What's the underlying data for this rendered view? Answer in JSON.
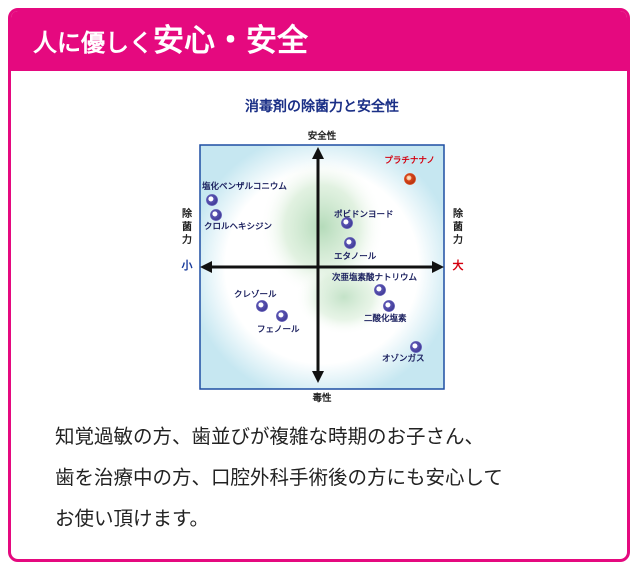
{
  "header": {
    "title_prefix": "人に優しく",
    "title_main": "安心・安全"
  },
  "diagram": {
    "title": "消毒剤の除菌力と安全性",
    "top_label": "安全性",
    "bottom_label": "毒性",
    "left_axis": {
      "label": "除菌力",
      "value": "小",
      "value_color": "#1a3c9c"
    },
    "right_axis": {
      "label": "除菌力",
      "value": "大",
      "value_color": "#d4000f"
    },
    "items": [
      {
        "label": "塩化ベンザルコニウム",
        "color": "#5b55b3"
      },
      {
        "label": "クロルヘキシジン",
        "color": "#5b55b3"
      },
      {
        "label": "プラチナナノ",
        "color": "#d9461a"
      },
      {
        "label": "ポビドンヨード",
        "color": "#5b55b3"
      },
      {
        "label": "エタノール",
        "color": "#5b55b3"
      },
      {
        "label": "次亜塩素酸ナトリウム",
        "color": "#5b55b3"
      },
      {
        "label": "二酸化塩素",
        "color": "#5b55b3"
      },
      {
        "label": "クレゾール",
        "color": "#5b55b3"
      },
      {
        "label": "フェノール",
        "color": "#5b55b3"
      },
      {
        "label": "オゾンガス",
        "color": "#5b55b3"
      }
    ]
  },
  "body": {
    "lines": [
      "知覚過敏の方、歯並びが複雑な時期のお子さん、",
      "歯を治療中の方、口腔外科手術後の方にも安心して",
      "お使い頂けます。"
    ]
  },
  "colors": {
    "accent": "#e5097f",
    "diagram_title": "#1a2f86",
    "frame": "#1f4fa3"
  }
}
